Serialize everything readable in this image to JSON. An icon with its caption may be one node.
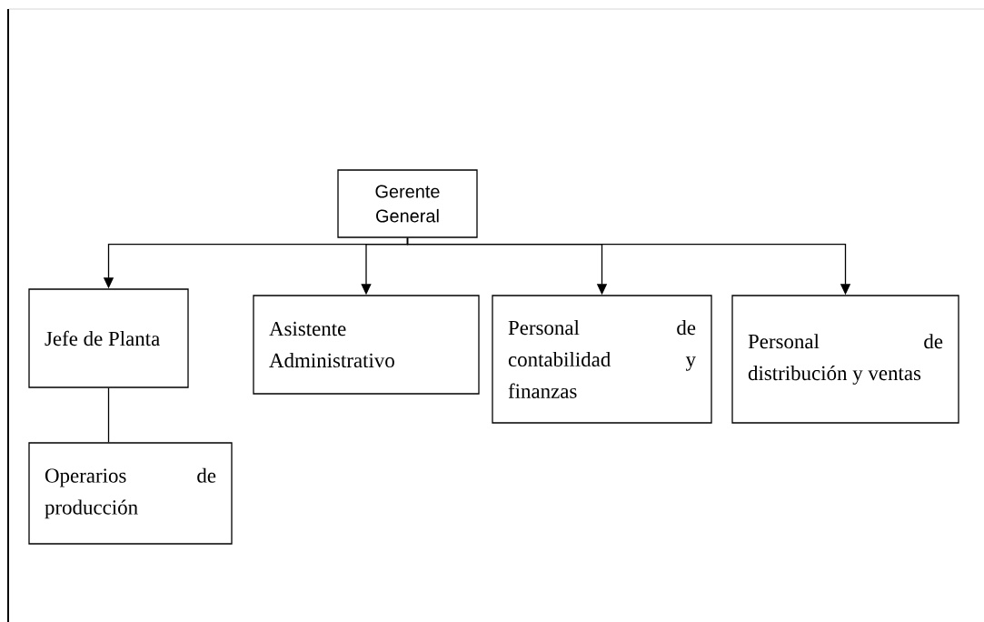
{
  "diagram": {
    "nodes": [
      {
        "text": [
          "Gerente General"
        ]
      },
      {
        "text": [
          "Jefe de Planta"
        ]
      },
      {
        "text": [
          "Asistente Administrativo"
        ]
      },
      {
        "text": [
          "Personal de contabilidad y finanzas"
        ]
      },
      {
        "text": [
          "Personal de distribución y ventas"
        ]
      },
      {
        "text": [
          "Operarios de producción"
        ]
      }
    ],
    "edges": [
      {
        "from": 0,
        "to": 1,
        "arrow": "to"
      },
      {
        "from": 0,
        "to": 2,
        "arrow": "to"
      },
      {
        "from": 0,
        "to": 3,
        "arrow": "to"
      },
      {
        "from": 0,
        "to": 4,
        "arrow": "to"
      },
      {
        "from": 1,
        "to": 5,
        "arrow": "none"
      }
    ]
  }
}
